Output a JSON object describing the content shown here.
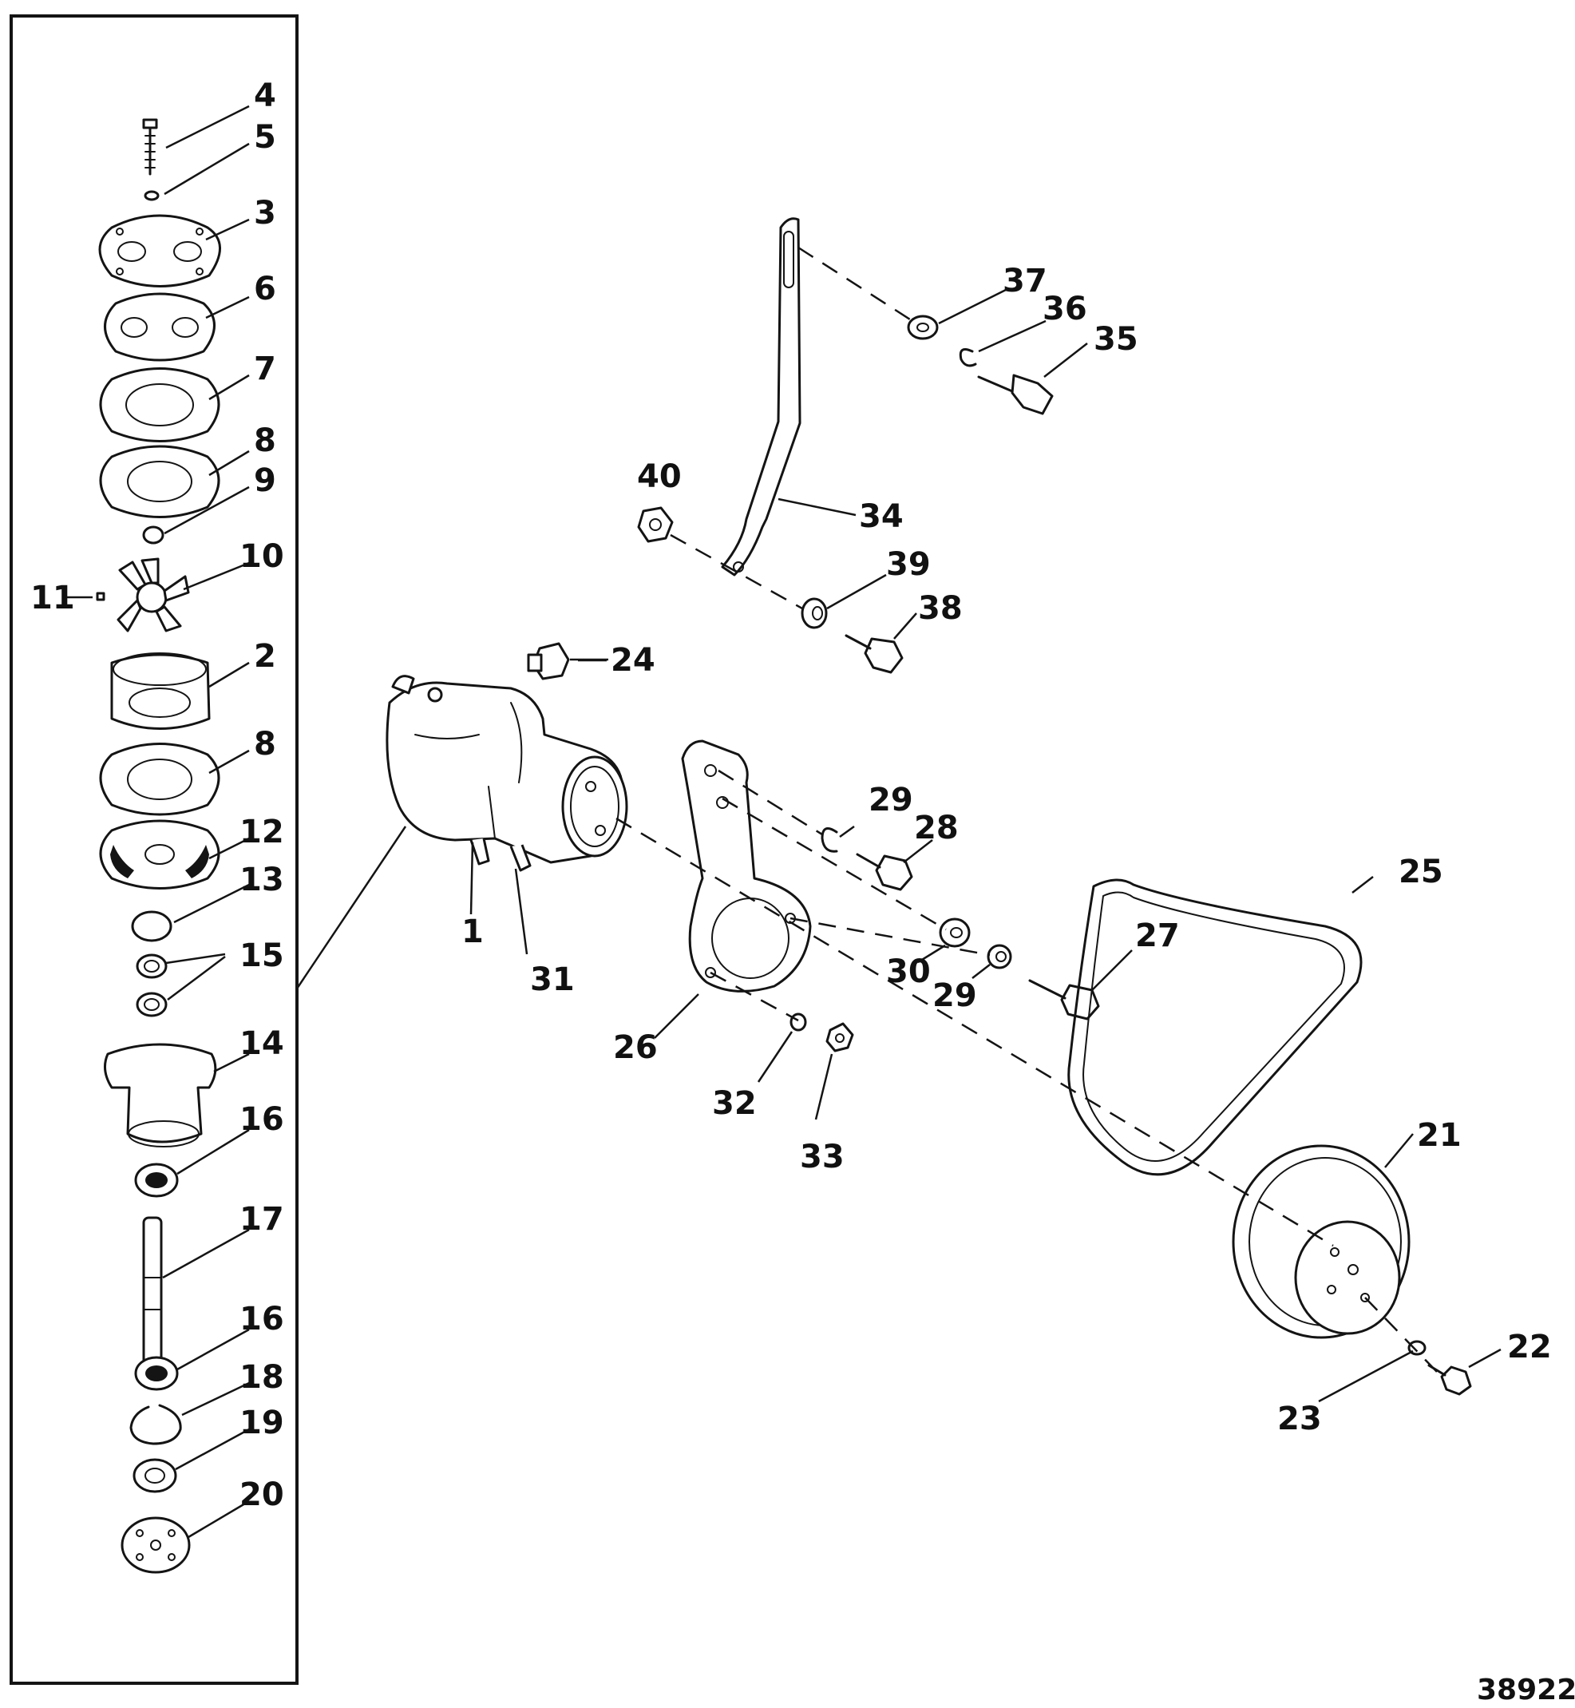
{
  "figure_number": "38922",
  "labels": {
    "p1": "1",
    "p2": "2",
    "p3": "3",
    "p4": "4",
    "p5": "5",
    "p6": "6",
    "p7": "7",
    "p8a": "8",
    "p8b": "8",
    "p9": "9",
    "p10": "10",
    "p11": "11",
    "p12": "12",
    "p13": "13",
    "p14": "14",
    "p15": "15",
    "p16a": "16",
    "p16b": "16",
    "p17": "17",
    "p18": "18",
    "p19": "19",
    "p20": "20",
    "p21": "21",
    "p22": "22",
    "p23": "23",
    "p24": "24",
    "p25": "25",
    "p26": "26",
    "p27": "27",
    "p28": "28",
    "p29a": "29",
    "p29b": "29",
    "p30": "30",
    "p31": "31",
    "p32": "32",
    "p33": "33",
    "p34": "34",
    "p35": "35",
    "p36": "36",
    "p37": "37",
    "p38": "38",
    "p39": "39",
    "p40": "40"
  }
}
